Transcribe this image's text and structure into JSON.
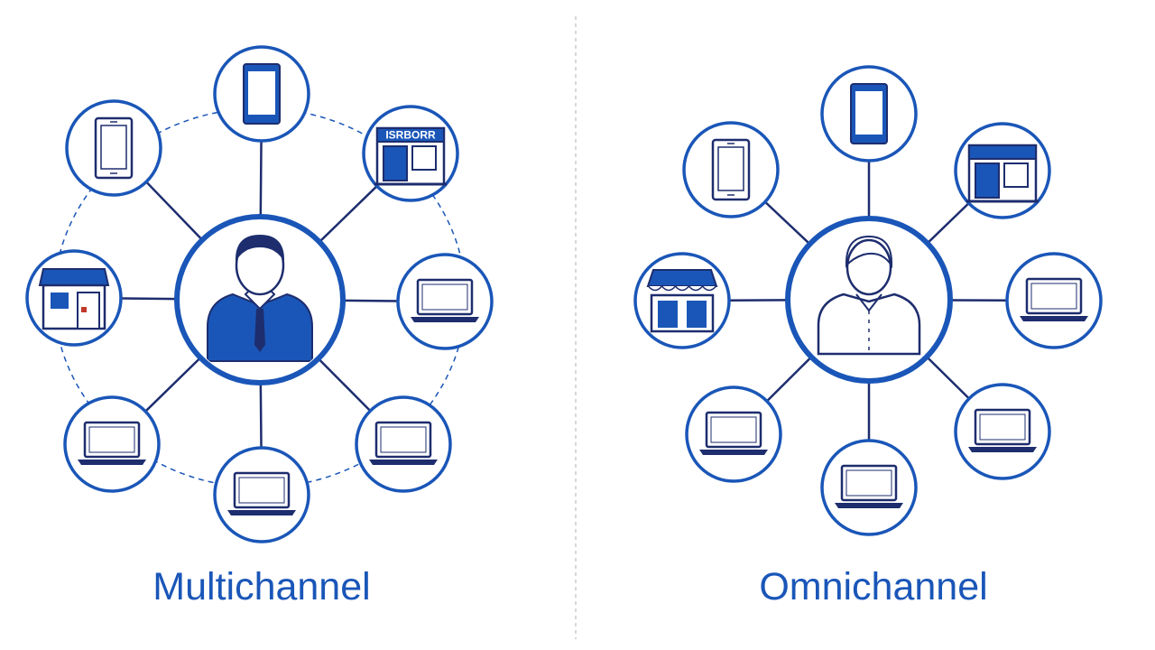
{
  "colors": {
    "accent": "#1a56b8",
    "outline": "#1d2d6e",
    "divider": "#cccccc",
    "background": "#ffffff"
  },
  "panels": [
    {
      "id": "multichannel",
      "title": "Multichannel",
      "hub_icon": "business-person-icon",
      "ring_connector": "dashed",
      "channels": [
        {
          "icon": "tablet-icon"
        },
        {
          "icon": "smartphone-icon"
        },
        {
          "icon": "storefront-icon",
          "sign_text": "ISRBORR"
        },
        {
          "icon": "laptop-icon"
        },
        {
          "icon": "laptop-icon"
        },
        {
          "icon": "laptop-icon"
        },
        {
          "icon": "laptop-icon"
        },
        {
          "icon": "shop-icon"
        }
      ]
    },
    {
      "id": "omnichannel",
      "title": "Omnichannel",
      "hub_icon": "person-outline-icon",
      "ring_connector": "none",
      "channels": [
        {
          "icon": "tablet-icon"
        },
        {
          "icon": "smartphone-icon"
        },
        {
          "icon": "storefront-icon"
        },
        {
          "icon": "laptop-icon"
        },
        {
          "icon": "laptop-icon"
        },
        {
          "icon": "laptop-icon"
        },
        {
          "icon": "laptop-icon"
        },
        {
          "icon": "market-stall-icon"
        }
      ]
    }
  ]
}
